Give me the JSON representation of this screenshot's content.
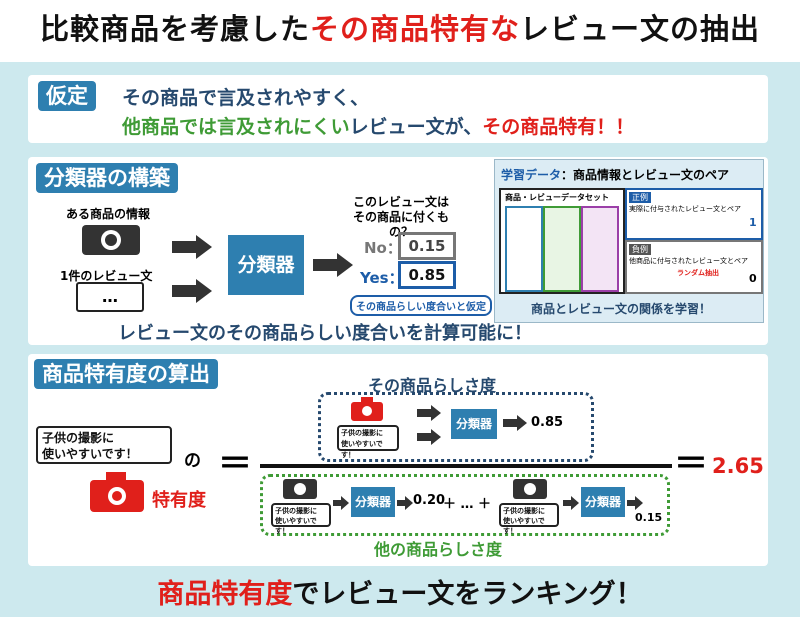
{
  "title": {
    "part1": "比較商品を考慮した",
    "part2": "その商品特有な",
    "part3": "レビュー文の抽出"
  },
  "hypothesis": {
    "tag": "仮定",
    "line1": "その商品で言及されやすく、",
    "line2_green": "他商品では言及されにくい",
    "line2_blue": "レビュー文が、",
    "line2_red": "その商品特有！！"
  },
  "classifier_section": {
    "tag": "分類器の構築",
    "product_info_label": "ある商品の情報",
    "review_label": "1件のレビュー文",
    "review_placeholder": "…",
    "classifier_label": "分類器",
    "question_line1": "このレビュー文は",
    "question_line2": "その商品に付くもの？",
    "no_label": "No：",
    "no_value": "0.15",
    "yes_label": "Yes：",
    "yes_value": "0.85",
    "assumption_note": "その商品らしい度合いと仮定",
    "summary": "レビュー文のその商品らしい度合いを計算可能に！"
  },
  "training": {
    "heading_a": "学習データ",
    "heading_b": "：商品情報とレビュー文のペア",
    "grid_title": "商品・レビューデータセット",
    "positive_tag": "正例",
    "positive_desc": "実際に付与されたレビュー文とペア",
    "positive_out": "1",
    "negative_tag": "負例",
    "negative_desc": "他商品に付与されたレビュー文とペア",
    "random_label": "ランダム抽出",
    "negative_out": "0",
    "footer": "商品とレビュー文の関係を学習！"
  },
  "specificity": {
    "tag": "商品特有度の算出",
    "review_text_line1": "子供の撮影に",
    "review_text_line2": "使いやすいです！",
    "no_particle": "の",
    "specificity_label": "特有度",
    "numerator_label": "その商品らしさ度",
    "numerator_value": "0.85",
    "denominator_label": "他の商品らしさ度",
    "denominator_value1": "0.20",
    "denominator_plus": "＋ … ＋",
    "denominator_value2": "0.15",
    "equals": "＝",
    "result": "2.65",
    "classifier_label": "分類器",
    "small_review_line1": "子供の撮影に",
    "small_review_line2": "使いやすいです！"
  },
  "footer": {
    "red": "商品特有度",
    "black": "でレビュー文をランキング！"
  },
  "colors": {
    "accent_blue": "#2e7fb0",
    "green": "#3f9b36",
    "red": "#e0201b",
    "navy": "#26496e",
    "background": "#cde9ee"
  }
}
